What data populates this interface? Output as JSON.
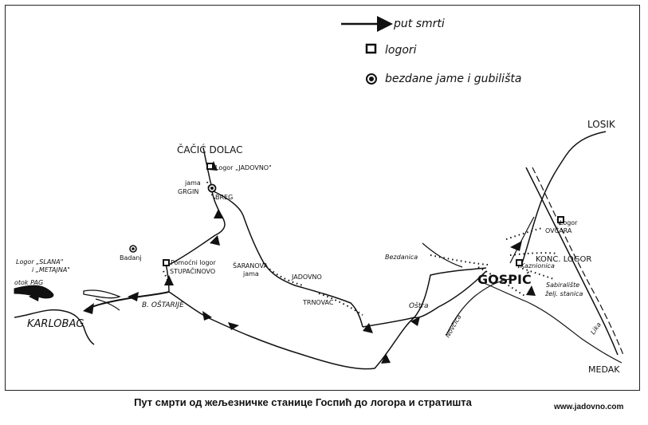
{
  "legend": {
    "death_route": "put smrti",
    "camps": "logori",
    "pits_and_execution_sites": "bezdane jame i gubilišta"
  },
  "places": {
    "losik": "LOSIK",
    "cacic_dolac": "ČAČIĆ DOLAC",
    "logor_jadovno": "Logor „JADOVNO\"",
    "jama_grgin_breg_1": "jama",
    "jama_grgin_breg_2": "GRGIN",
    "jama_grgin_breg_3": "BREG",
    "badanj": "Badanj",
    "logor_slana_1": "Logor „SLANA\"",
    "logor_slana_2": "i „METAJNA\"",
    "otok_pag": "otok PAG",
    "pomocni_logor": "Pomoćni logor",
    "stupacinovo": "STUPAČINOVO",
    "saranova_jama_1": "ŠARANOVA",
    "saranova_jama_2": "jama",
    "jadovno": "JADOVNO",
    "b_ostarije": "B. OŠTARIJE",
    "karlobag": "KARLOBAG",
    "trnovac": "TRNOVAC",
    "bezdanica": "Bezdanica",
    "ostra": "Oštra",
    "novcica": "Novčica",
    "logor_ovcara_1": "Logor",
    "logor_ovcara_2": "OVČARA",
    "konc_logor": "KONC. LOGOR",
    "kaznionica": "Kaznionica",
    "gospic": "GOSPIĆ",
    "sabiraliste_1": "Sabiralište",
    "sabiraliste_2": "želj. stanica",
    "lika": "Lika",
    "medak": "MEDAK"
  },
  "caption": "Пут смрти од жељезничке станице Госпић до логора и стратишта",
  "website": "www.jadovno.com"
}
